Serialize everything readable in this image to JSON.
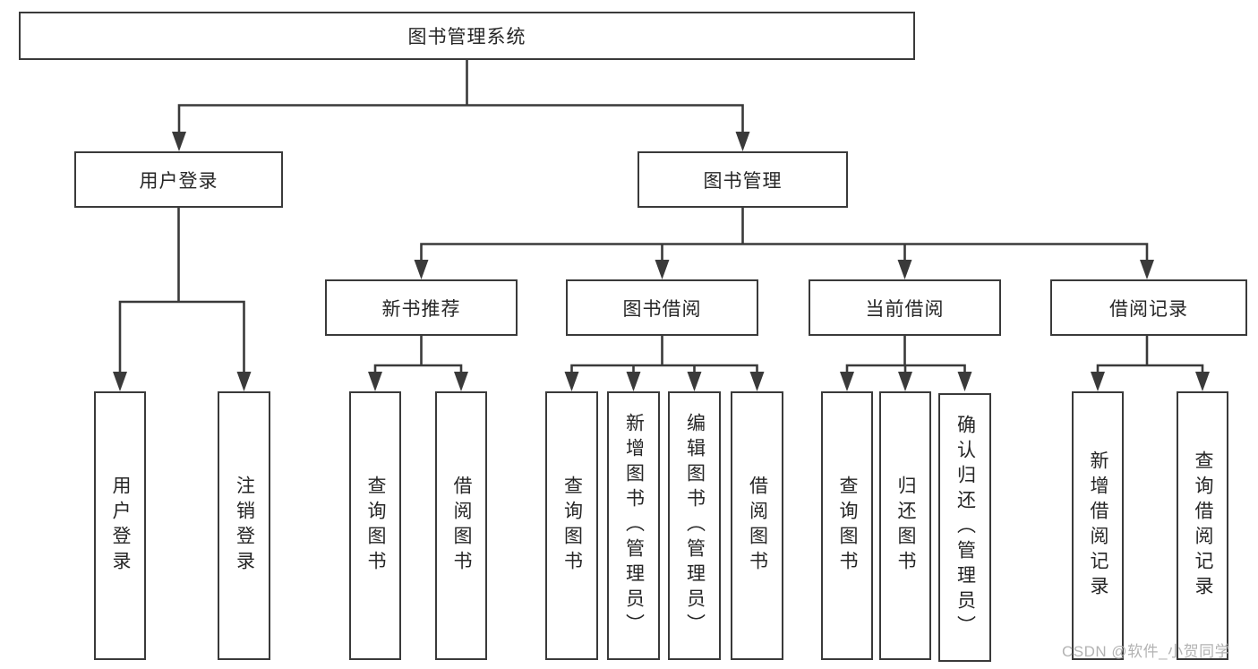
{
  "tree": {
    "label": "图书管理系统",
    "children": [
      {
        "label": "用户登录",
        "children": [
          {
            "label": "用户登录"
          },
          {
            "label": "注销登录"
          }
        ]
      },
      {
        "label": "图书管理",
        "children": [
          {
            "label": "新书推荐",
            "children": [
              {
                "label": "查询图书"
              },
              {
                "label": "借阅图书"
              }
            ]
          },
          {
            "label": "图书借阅",
            "children": [
              {
                "label": "查询图书"
              },
              {
                "label": "新增图书（管理员）"
              },
              {
                "label": "编辑图书（管理员）"
              },
              {
                "label": "借阅图书"
              }
            ]
          },
          {
            "label": "当前借阅",
            "children": [
              {
                "label": "查询图书"
              },
              {
                "label": "归还图书"
              },
              {
                "label": "确认归还（管理员）"
              }
            ]
          },
          {
            "label": "借阅记录",
            "children": [
              {
                "label": "新增借阅记录"
              },
              {
                "label": "查询借阅记录"
              }
            ]
          }
        ]
      }
    ]
  },
  "watermark": "CSDN @软件_小贺同学",
  "colors": {
    "line": "#3a3a3a",
    "text": "#262626",
    "watermark": "#b3b3b3",
    "background": "#ffffff"
  }
}
